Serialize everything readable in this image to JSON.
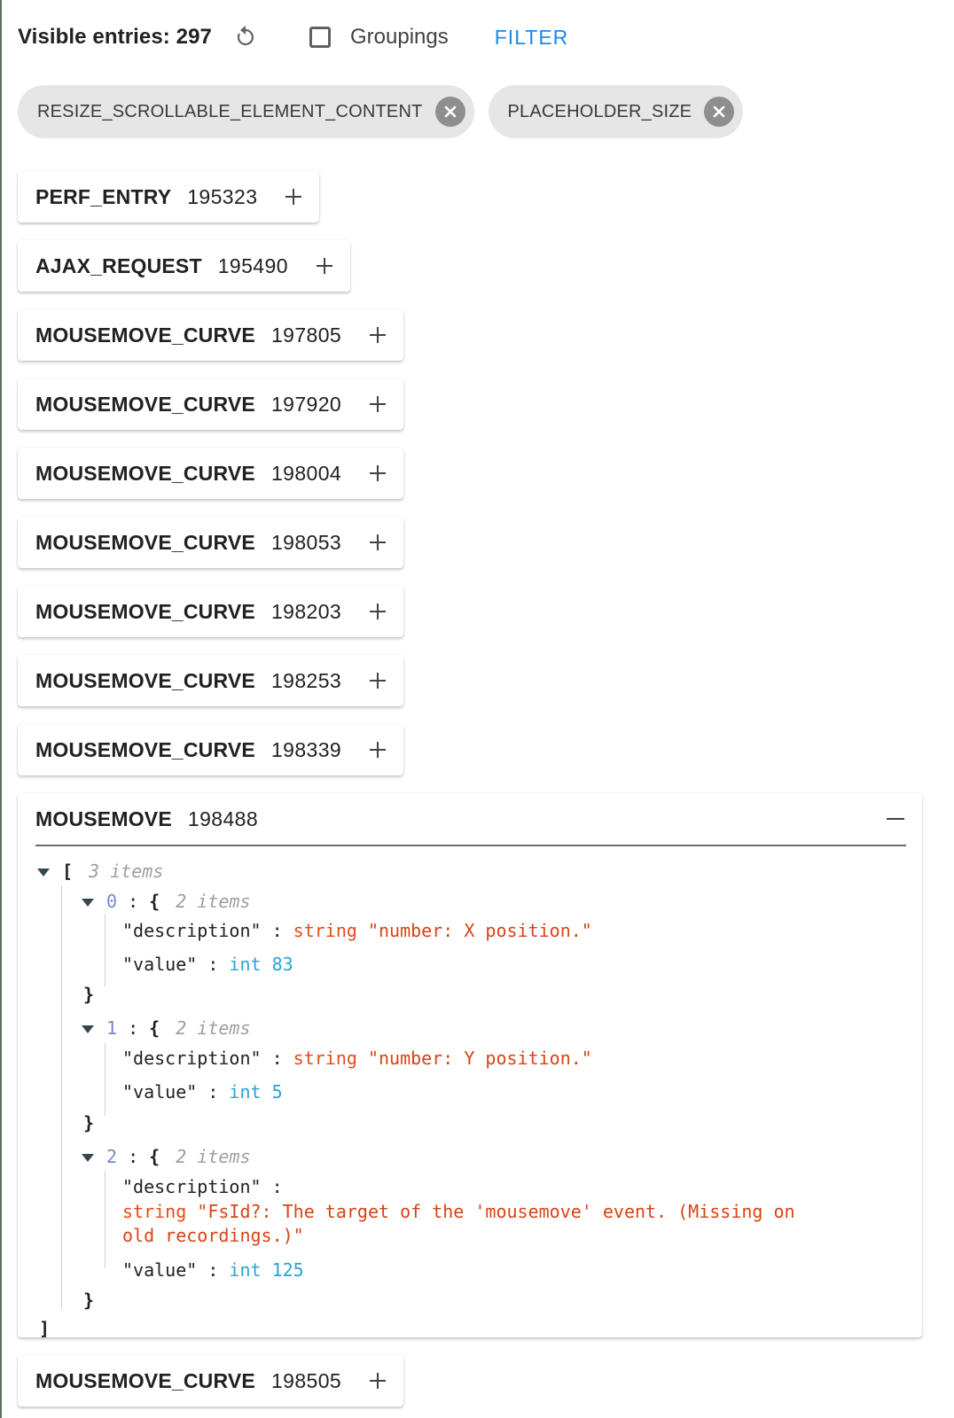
{
  "header": {
    "visible_entries_label": "Visible entries: 297",
    "groupings_label": "Groupings",
    "filter_label": "FILTER"
  },
  "chips": [
    {
      "label": "RESIZE_SCROLLABLE_ELEMENT_CONTENT"
    },
    {
      "label": "PLACEHOLDER_SIZE"
    }
  ],
  "entries_before": [
    {
      "name": "PERF_ENTRY",
      "id": "195323"
    },
    {
      "name": "AJAX_REQUEST",
      "id": "195490"
    },
    {
      "name": "MOUSEMOVE_CURVE",
      "id": "197805"
    },
    {
      "name": "MOUSEMOVE_CURVE",
      "id": "197920"
    },
    {
      "name": "MOUSEMOVE_CURVE",
      "id": "198004"
    },
    {
      "name": "MOUSEMOVE_CURVE",
      "id": "198053"
    },
    {
      "name": "MOUSEMOVE_CURVE",
      "id": "198203"
    },
    {
      "name": "MOUSEMOVE_CURVE",
      "id": "198253"
    },
    {
      "name": "MOUSEMOVE_CURVE",
      "id": "198339"
    }
  ],
  "expanded": {
    "name": "MOUSEMOVE",
    "id": "198488",
    "root_open": "[",
    "root_close": "]",
    "root_count": "3 items",
    "items": [
      {
        "index": "0",
        "count": "2 items",
        "desc_key": "\"description\"",
        "desc_type": "string",
        "desc_value": "\"number: X position.\"",
        "value_key": "\"value\"",
        "value_type": "int",
        "value": "83"
      },
      {
        "index": "1",
        "count": "2 items",
        "desc_key": "\"description\"",
        "desc_type": "string",
        "desc_value": "\"number: Y position.\"",
        "value_key": "\"value\"",
        "value_type": "int",
        "value": "5"
      },
      {
        "index": "2",
        "count": "2 items",
        "desc_key": "\"description\"",
        "desc_type": "string",
        "desc_value_line1": "\"FsId?: The target of the 'mousemove' event. (Missing on",
        "desc_value_line2": "old recordings.)\"",
        "value_key": "\"value\"",
        "value_type": "int",
        "value": "125"
      }
    ]
  },
  "entries_after": [
    {
      "name": "MOUSEMOVE_CURVE",
      "id": "198505"
    }
  ]
}
